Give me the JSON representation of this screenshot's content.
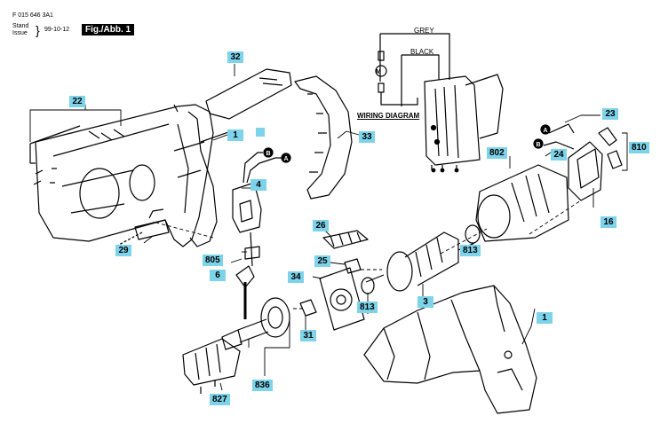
{
  "header": {
    "doc_number": "F 015 646 3A1",
    "stand": "Stand",
    "issue": "Issue",
    "date": "99-10-12",
    "figure": "Fig./Abb. 1"
  },
  "wiring": {
    "title": "WIRING DIAGRAM",
    "grey": "GREY",
    "black": "BLACK",
    "motor": "M",
    "term_a": "A",
    "term_b": "B"
  },
  "callouts": {
    "p1_top": "1",
    "p1_bottom": "1",
    "p3": "3",
    "p4": "4",
    "p6": "6",
    "p16": "16",
    "p22": "22",
    "p23": "23",
    "p24": "24",
    "p25": "25",
    "p26": "26",
    "p29": "29",
    "p31": "31",
    "p32": "32",
    "p33": "33",
    "p34": "34",
    "p802": "802",
    "p805": "805",
    "p810": "810",
    "p813_top": "813",
    "p813_bottom": "813",
    "p827": "827",
    "p836": "836"
  },
  "colors": {
    "callout_bg": "#7dd3ea",
    "line": "#000000"
  }
}
